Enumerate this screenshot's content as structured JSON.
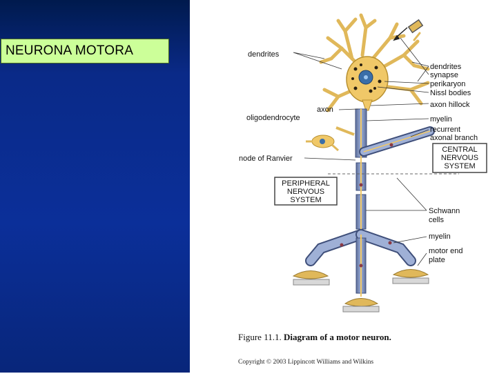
{
  "slide": {
    "title": "NEURONA MOTORA"
  },
  "figure": {
    "labels": {
      "dendrites_left": "dendrites",
      "dendrites_right": "dendrites",
      "synapse": "synapse",
      "perikaryon": "perikaryon",
      "nissl": "Nissl bodies",
      "axon_hillock": "axon hillock",
      "axon": "axon",
      "oligodendrocyte": "oligodendrocyte",
      "myelin_top": "myelin",
      "recurrent_1": "recurrent",
      "recurrent_2": "axonal branch",
      "node_ranvier": "node of Ranvier",
      "schwann_1": "Schwann",
      "schwann_2": "cells",
      "myelin_bottom": "myelin",
      "motor_end_1": "motor end",
      "motor_end_2": "plate"
    },
    "boxes": {
      "central_1": "CENTRAL",
      "central_2": "NERVOUS",
      "central_3": "SYSTEM",
      "peripheral_1": "PERIPHERAL",
      "peripheral_2": "NERVOUS",
      "peripheral_3": "SYSTEM"
    },
    "caption_prefix": "Figure 11.1.",
    "caption_title": "Diagram of a motor neuron.",
    "copyright": "Copyright © 2003 Lippincott Williams and Wilkins"
  }
}
